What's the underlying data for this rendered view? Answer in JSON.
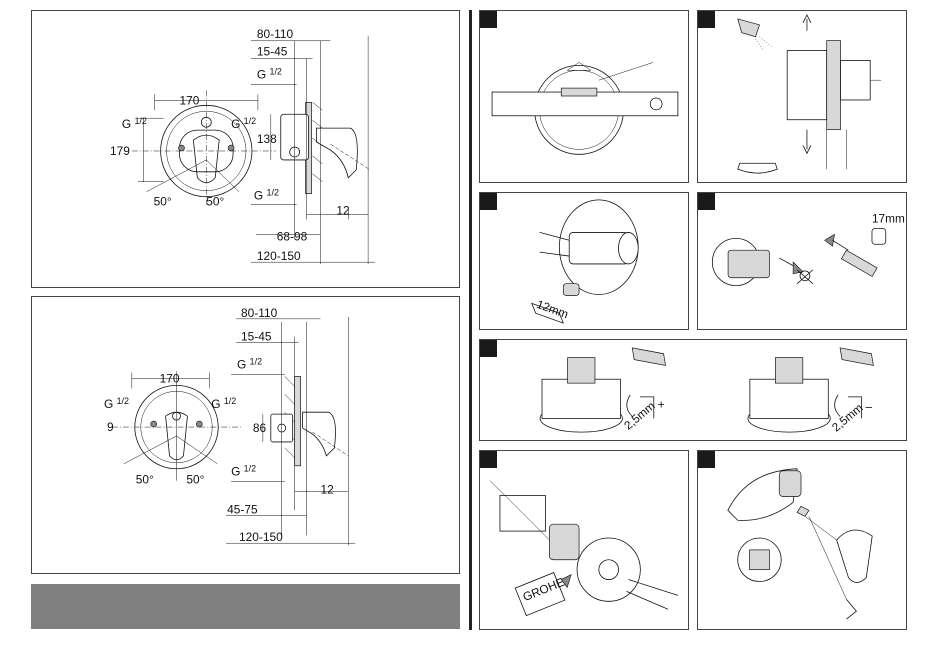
{
  "diagram_top": {
    "dims": {
      "d80_110": "80-110",
      "d15_45": "15-45",
      "g_upper": "G",
      "g_frac": "1/2",
      "d170": "170",
      "d179": "179",
      "d138": "138",
      "d50_left": "50°",
      "d50_right": "50°",
      "d12": "12",
      "d68_98": "68-98",
      "d120_150": "120-150"
    }
  },
  "diagram_bottom": {
    "dims": {
      "d80_110": "80-110",
      "d15_45": "15-45",
      "g_upper": "G",
      "g_frac": "1/2",
      "d170": "170",
      "d9": "9",
      "d86": "86",
      "d50_left": "50°",
      "d50_right": "50°",
      "d12": "12",
      "d45_75": "45-75",
      "d120_150": "120-150"
    }
  },
  "steps": {
    "tool_12mm": "12mm",
    "tool_17mm": "17mm",
    "tool_25mm": "2,5mm",
    "plus": "+",
    "minus": "–",
    "brand": "GROHE"
  }
}
